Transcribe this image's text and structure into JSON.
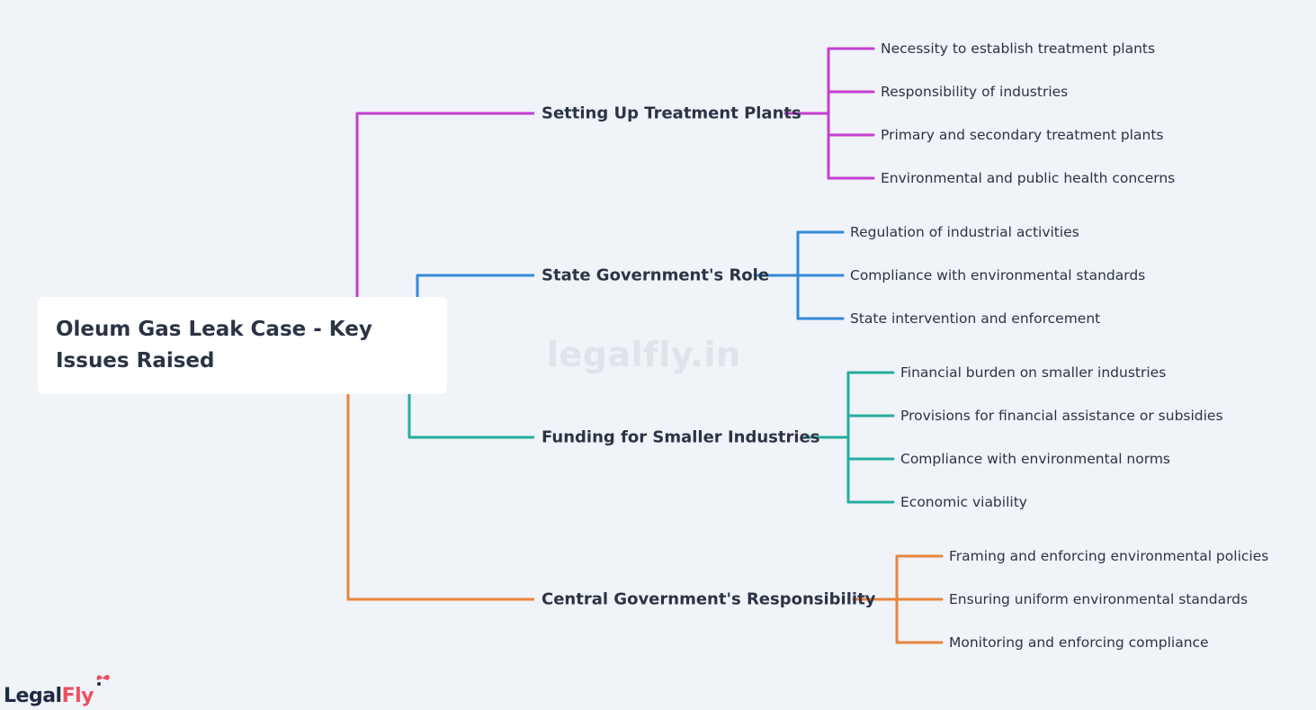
{
  "root": {
    "title": "Oleum Gas Leak Case - Key Issues Raised"
  },
  "watermark": "legalfly.in",
  "logo": {
    "legal": "Legal",
    "fly": "Fly"
  },
  "colors": {
    "purple": "#c43fd1",
    "blue": "#3388d8",
    "teal": "#25ad9f",
    "orange": "#e8853d",
    "text": "#2b3445",
    "background": "#f0f3f7"
  },
  "branches": [
    {
      "label": "Setting Up Treatment Plants",
      "color": "#c43fd1",
      "leaves": [
        "Necessity to establish treatment plants",
        "Responsibility of industries",
        "Primary and secondary treatment plants",
        "Environmental and public health concerns"
      ]
    },
    {
      "label": "State Government's Role",
      "color": "#3388d8",
      "leaves": [
        "Regulation of industrial activities",
        "Compliance with environmental standards",
        "State intervention and enforcement"
      ]
    },
    {
      "label": "Funding for Smaller Industries",
      "color": "#25ad9f",
      "leaves": [
        "Financial burden on smaller industries",
        "Provisions for financial assistance or subsidies",
        "Compliance with environmental norms",
        "Economic viability"
      ]
    },
    {
      "label": "Central Government's Responsibility",
      "color": "#e8853d",
      "leaves": [
        "Framing and enforcing environmental policies",
        "Ensuring uniform environmental standards",
        "Monitoring and enforcing compliance"
      ]
    }
  ]
}
